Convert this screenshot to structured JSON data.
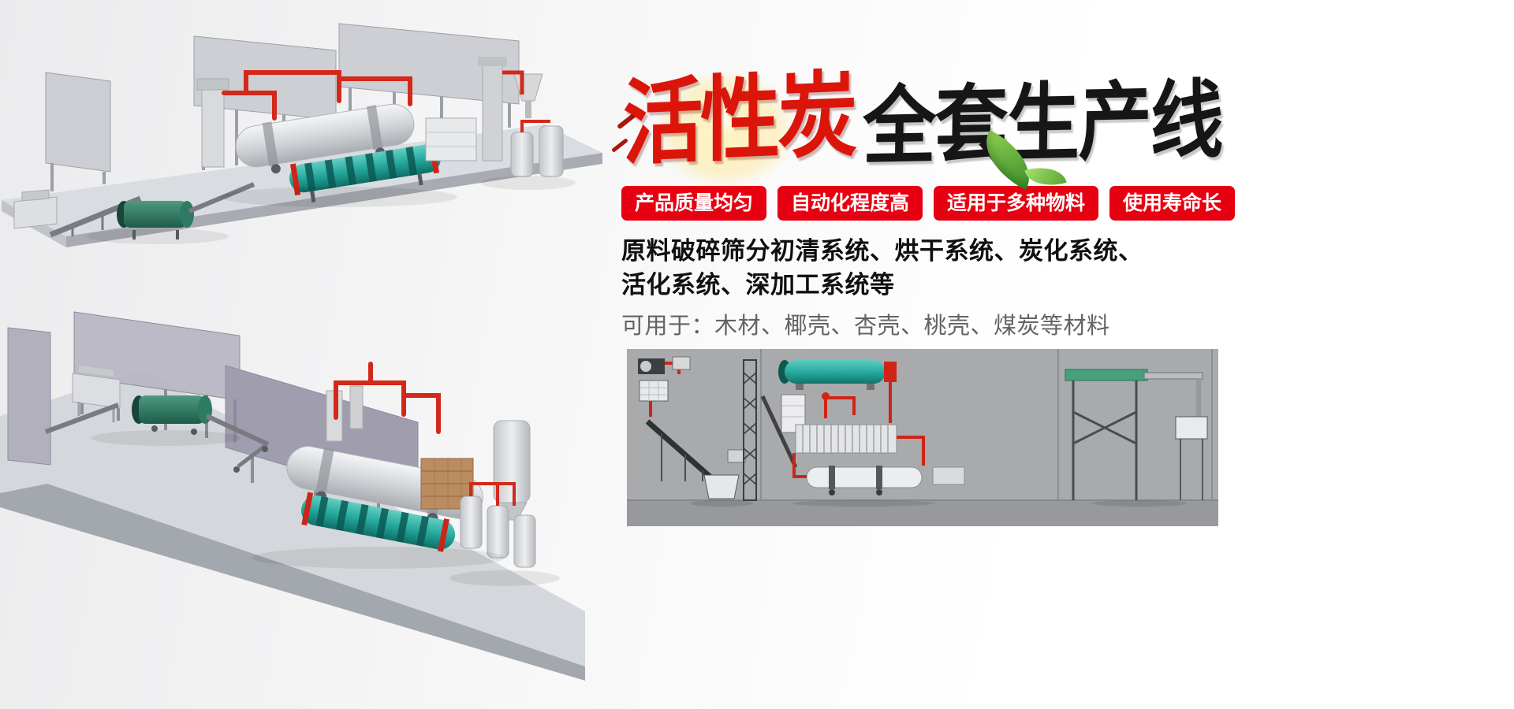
{
  "banner": {
    "title": {
      "red": "活性炭",
      "black": "全套生产线"
    },
    "badges": [
      {
        "label": "产品质量均匀"
      },
      {
        "label": "自动化程度高"
      },
      {
        "label": "适用于多种物料"
      },
      {
        "label": "使用寿命长"
      }
    ],
    "description": {
      "line1": "原料破碎筛分初清系统、烘干系统、炭化系统、",
      "line2": "活化系统、深加工系统等"
    },
    "usage": "可用于：木材、椰壳、杏壳、桃壳、煤炭等材料",
    "colors": {
      "badge_red": "#e60012",
      "title_red": "#dc150b",
      "title_black": "#161616",
      "usage_gray": "#636363",
      "panel_gray": "#a8aaac",
      "teal_drum": "#25a89c",
      "pipe_red": "#d2291b",
      "leaf_green": "#57a636"
    }
  }
}
